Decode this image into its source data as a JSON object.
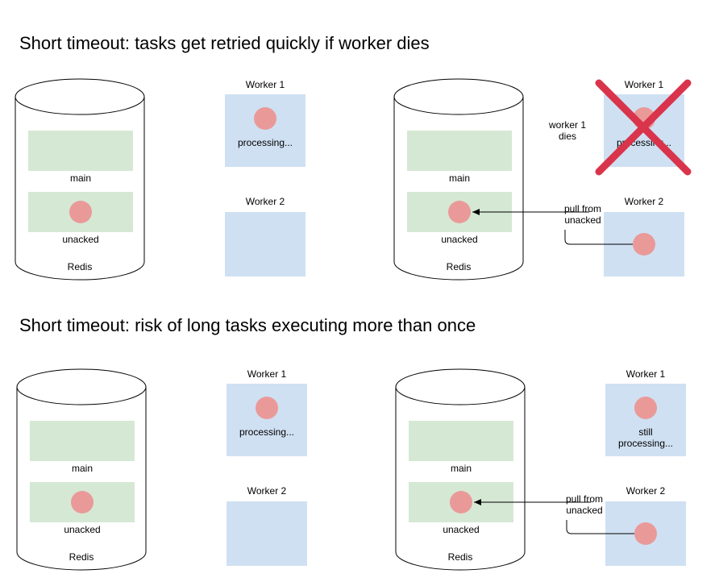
{
  "colors": {
    "database_fill": "#ffffff",
    "database_stroke": "#000000",
    "queue_fill": "#d5e8d4",
    "worker_fill": "#cfe0f2",
    "task_fill": "#ea9999",
    "cross": "#d9344b",
    "arrow": "#000000"
  },
  "sections": [
    {
      "title": "Short timeout: tasks get retried quickly if worker dies",
      "left": {
        "db_label": "Redis",
        "main_label": "main",
        "unacked_label": "unacked",
        "worker1_label": "Worker 1",
        "worker1_status": [
          "processing..."
        ],
        "worker2_label": "Worker 2"
      },
      "right": {
        "db_label": "Redis",
        "main_label": "main",
        "unacked_label": "unacked",
        "worker1_label": "Worker 1",
        "worker1_status": [
          "processing..."
        ],
        "worker1_dead": true,
        "dies_note": [
          "worker 1",
          "dies"
        ],
        "worker2_label": "Worker 2",
        "arrow_label": [
          "pull from",
          "unacked"
        ]
      }
    },
    {
      "title": "Short timeout: risk of long tasks executing more than once",
      "left": {
        "db_label": "Redis",
        "main_label": "main",
        "unacked_label": "unacked",
        "worker1_label": "Worker 1",
        "worker1_status": [
          "processing..."
        ],
        "worker2_label": "Worker 2"
      },
      "right": {
        "db_label": "Redis",
        "main_label": "main",
        "unacked_label": "unacked",
        "worker1_label": "Worker 1",
        "worker1_status": [
          "still",
          "processing..."
        ],
        "worker2_label": "Worker 2",
        "arrow_label": [
          "pull from",
          "unacked"
        ]
      }
    }
  ]
}
